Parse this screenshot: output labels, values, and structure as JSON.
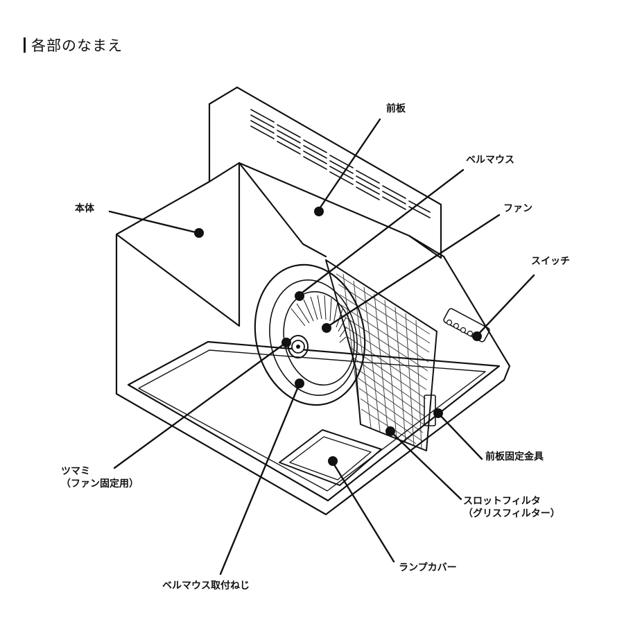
{
  "page_title": "各部のなまえ",
  "labels": {
    "front_panel": "前板",
    "bellmouth": "ベルマウス",
    "fan": "ファン",
    "body": "本体",
    "switch": "スイッチ",
    "knob_line1": "ツマミ",
    "knob_line2": "（ファン固定用）",
    "front_panel_bracket": "前板固定金具",
    "slot_filter_line1": "スロットフィルタ",
    "slot_filter_line2": "（グリスフィルター）",
    "lamp_cover": "ランプカバー",
    "bellmouth_screw": "ベルマウス取付ねじ"
  }
}
